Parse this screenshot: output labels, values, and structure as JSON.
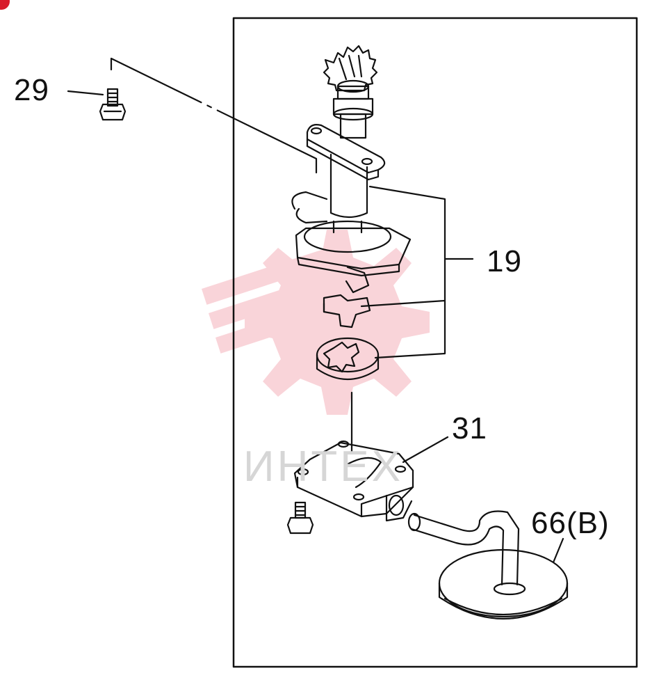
{
  "callouts": {
    "bolt_29": "29",
    "pump_assembly_19": "19",
    "cover_31": "31",
    "strainer_66": "66(B)"
  },
  "watermark": {
    "text": "ИНТЕХ"
  },
  "colors": {
    "line": "#111111",
    "watermark_gear": "#f7c9cf",
    "watermark_text": "#d6d6d6",
    "badge": "#d81b2b"
  }
}
